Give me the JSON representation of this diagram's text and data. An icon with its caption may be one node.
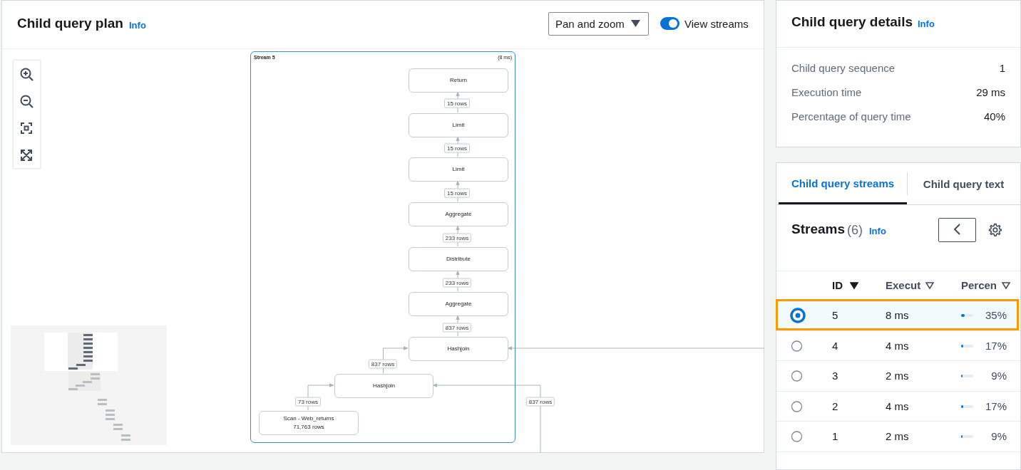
{
  "diagram": {
    "title": "Child query plan",
    "nodes": [
      {
        "text": [
          "Stream 5",
          "(8 ms)"
        ]
      },
      {
        "text": [
          "Return"
        ],
        "in": 0
      },
      {
        "text": [
          "Limit"
        ],
        "in": 0
      },
      {
        "text": [
          "Limit"
        ],
        "in": 0
      },
      {
        "text": [
          "Aggregate"
        ],
        "in": 0
      },
      {
        "text": [
          "Distribute"
        ],
        "in": 0
      },
      {
        "text": [
          "Aggregate"
        ],
        "in": 0
      },
      {
        "text": [
          "Hashjoin"
        ],
        "in": 0
      },
      {
        "text": [
          "Hashjoin"
        ],
        "in": 0
      },
      {
        "text": [
          "Scan - Web_returns",
          "71,763 rows"
        ],
        "in": 0
      }
    ],
    "edges": [
      {
        "from": 2,
        "to": 1,
        "arrow": "to",
        "label": "15 rows"
      },
      {
        "from": 3,
        "to": 2,
        "arrow": "to",
        "label": "15 rows"
      },
      {
        "from": 4,
        "to": 3,
        "arrow": "to",
        "label": "15 rows"
      },
      {
        "from": 5,
        "to": 4,
        "arrow": "to",
        "label": "233 rows"
      },
      {
        "from": 6,
        "to": 5,
        "arrow": "to",
        "label": "233 rows"
      },
      {
        "from": 7,
        "to": 6,
        "arrow": "to",
        "label": "837 rows"
      },
      {
        "from": 8,
        "to": 7,
        "arrow": "to",
        "label": "837 rows"
      },
      {
        "from": null,
        "to": 7,
        "arrow": "to"
      },
      {
        "from": 9,
        "to": 8,
        "arrow": "to",
        "label": "73 rows"
      },
      {
        "from": null,
        "to": 8,
        "arrow": "to",
        "label": "837 rows"
      }
    ],
    "labels": [
      "Info",
      "Pan and zoom",
      "View streams",
      "Child query details",
      "Info",
      "Child query sequence",
      "1",
      "Execution time",
      "29 ms",
      "Percentage of query time",
      "40%",
      "Child query streams",
      "Child query text",
      "Streams",
      "(6)",
      "Info",
      "ID",
      "Execut",
      "Percen",
      "5",
      "8 ms",
      "35%",
      "4",
      "4 ms",
      "17%",
      "3",
      "2 ms",
      "9%",
      "2",
      "4 ms",
      "17%",
      "1",
      "2 ms",
      "9%"
    ]
  }
}
